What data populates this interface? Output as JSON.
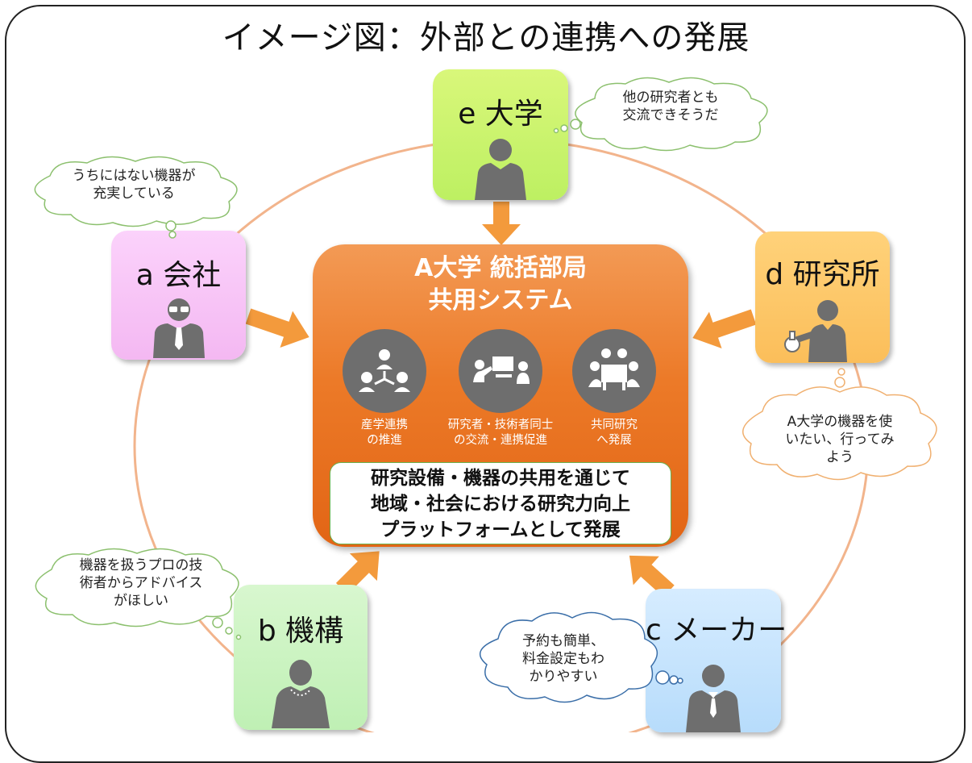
{
  "title": "イメージ図：外部との連携への発展",
  "center": {
    "title_line1": "A大学 統括部局",
    "title_line2": "共用システム",
    "features": [
      {
        "icon": "network-people-icon",
        "line1": "産学連携",
        "line2": "の推進"
      },
      {
        "icon": "presentation-icon",
        "line1": "研究者・技術者同士",
        "line2": "の交流・連携促進"
      },
      {
        "icon": "meeting-table-icon",
        "line1": "共同研究",
        "line2": "へ発展"
      }
    ],
    "mission_line1": "研究設備・機器の共用を通じて",
    "mission_line2": "地域・社会における研究力向上",
    "mission_line3": "プラットフォームとして発展"
  },
  "nodes": {
    "e": {
      "label": "e 大学",
      "icon": "person-icon",
      "color": "#c6f36a"
    },
    "a": {
      "label": "a 会社",
      "icon": "glasses-person-icon",
      "color": "#f7c2f5"
    },
    "d": {
      "label": "d 研究所",
      "icon": "scientist-icon",
      "color": "#fdc766"
    },
    "b": {
      "label": "b 機構",
      "icon": "woman-icon",
      "color": "#c9f2bf"
    },
    "c": {
      "label": "c メーカー",
      "icon": "businessman-icon",
      "color": "#c4e3fd"
    }
  },
  "bubbles": {
    "e": {
      "line1": "他の研究者とも",
      "line2": "交流できそうだ"
    },
    "a": {
      "line1": "うちにはない機器が",
      "line2": "充実している"
    },
    "d": {
      "line1": "A大学の機器を使",
      "line2": "いたい、行ってみ",
      "line3": "よう"
    },
    "b": {
      "line1": "機器を扱うプロの技",
      "line2": "術者からアドバイス",
      "line3": "がほしい"
    },
    "c": {
      "line1": "予約も簡単、",
      "line2": "料金設定もわ",
      "line3": "かりやすい"
    }
  },
  "colors": {
    "accent": "#ec7a28",
    "ring": "#f2b48c",
    "arrow": "#f39a3c",
    "icon": "#6e6e6e"
  }
}
